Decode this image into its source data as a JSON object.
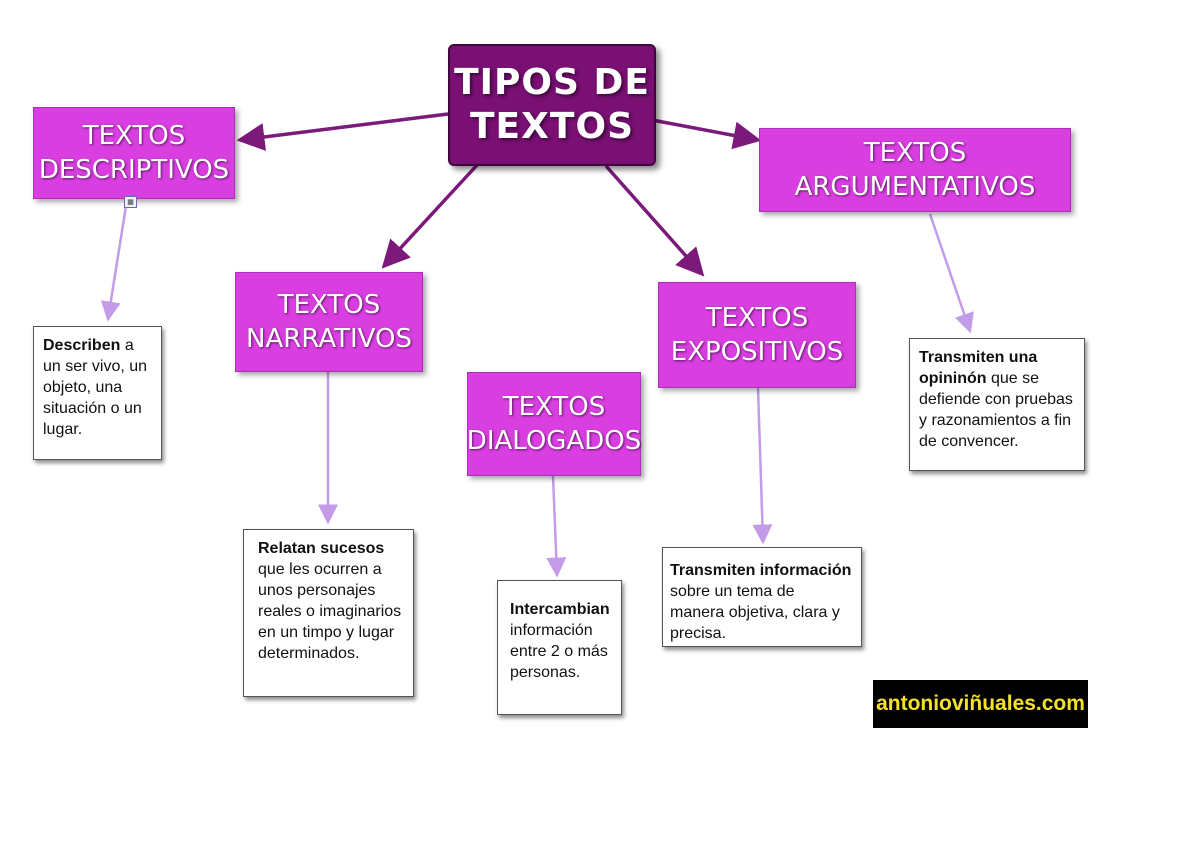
{
  "root": {
    "title": "TIPOS DE\nTEXTOS"
  },
  "categories": {
    "descriptivos": "TEXTOS\nDESCRIPTIVOS",
    "narrativos": "TEXTOS\nNARRATIVOS",
    "dialogados": "TEXTOS\nDIALOGADOS",
    "expositivos": "TEXTOS\nEXPOSITIVOS",
    "argumentativos": "TEXTOS\nARGUMENTATIVOS"
  },
  "descriptions": {
    "descriptivos": {
      "bold": "Describen",
      "rest": " a un ser vivo, un objeto, una situación o un lugar."
    },
    "narrativos": {
      "bold": "Relatan sucesos",
      "rest": " que les ocurren a unos personajes reales o imaginarios en un timpo y lugar determinados."
    },
    "dialogados": {
      "bold": "Intercambian",
      "rest": " información entre 2 o más personas."
    },
    "expositivos": {
      "bold": "Transmiten información",
      "rest": " sobre un tema de manera objetiva, clara y precisa."
    },
    "argumentativos": {
      "bold": "Transmiten una opininón",
      "rest": " que se defiende con pruebas y razonamientos a fin de convencer."
    }
  },
  "watermark": "antonioviñuales.com",
  "colors": {
    "root": "#7a0f74",
    "category": "#d83ee0",
    "main_arrow": "#7b1a7a",
    "sub_arrow": "#c49be8"
  }
}
